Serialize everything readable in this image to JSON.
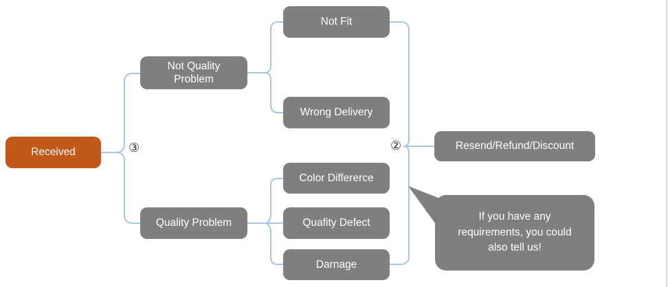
{
  "nodes": {
    "received": "Received",
    "not_quality_problem": "Not Quality Problem",
    "quality_problem": "Quality Problem",
    "not_fit": "Not Fit",
    "wrong_delivery": "Wrong Delivery",
    "color_difference": "Color Differerce",
    "quality_defect": "Quafity Defect",
    "damage": "Darnage",
    "resolution": "Resend/Refund/Discount"
  },
  "markers": {
    "received_branch": "③",
    "resolution_branch": "②"
  },
  "callout": {
    "text": "If you have any requirements, you could also tell us!"
  },
  "colors": {
    "received_fill": "#C2581A",
    "node_fill": "#7F7F7F",
    "connector_blue": "#A8C4E4",
    "label_text": "#FFFFFF",
    "marker_text": "#353535"
  }
}
